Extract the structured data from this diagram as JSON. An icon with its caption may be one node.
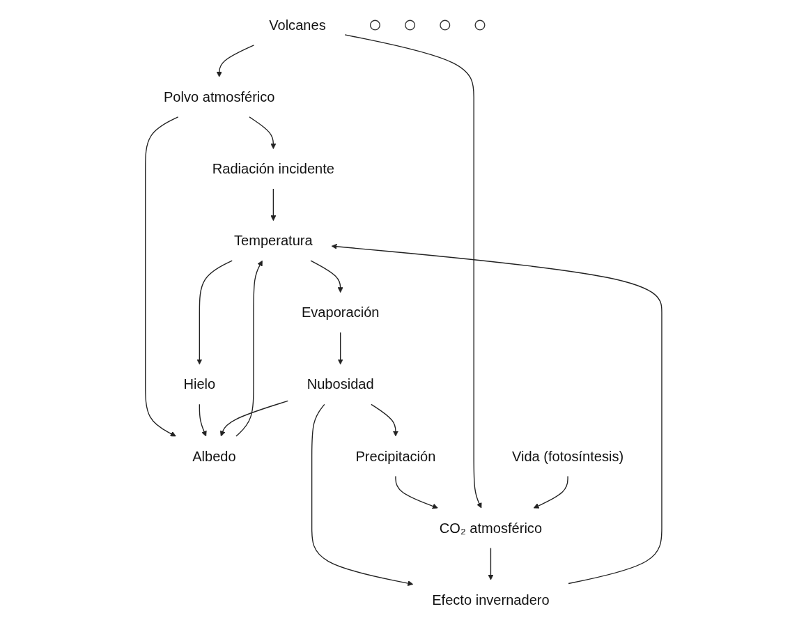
{
  "diagram": {
    "nodes": [
      {
        "text": [
          "Polvo atmosférico"
        ]
      },
      {
        "text": [
          "Radiación incidente"
        ]
      },
      {
        "text": [
          "Hielo"
        ]
      },
      {
        "text": [
          "Temperatura"
        ]
      },
      {
        "text": [
          "Evaporación"
        ]
      },
      {
        "text": [
          "Albedo"
        ]
      },
      {
        "text": [
          "Nubosidad"
        ]
      },
      {
        "text": [
          "Efecto invernadero"
        ]
      },
      {
        "text": [
          "Precipitación"
        ]
      },
      {
        "text": [
          "Volcanes"
        ]
      },
      {
        "text": [
          "CO₂ atmosférico"
        ]
      },
      {
        "text": [
          "Vida (fotosíntesis)"
        ]
      },
      {
        "text": [],
        "shape": "circle"
      },
      {
        "text": [],
        "shape": "circle"
      },
      {
        "text": [],
        "shape": "circle"
      },
      {
        "text": [],
        "shape": "circle"
      }
    ],
    "edges": [
      {
        "from": 0,
        "to": 1,
        "arrow": "to"
      },
      {
        "from": 1,
        "to": 3,
        "arrow": "to"
      },
      {
        "from": 0,
        "to": 5,
        "arrow": "to"
      },
      {
        "from": 9,
        "to": 0,
        "arrow": "to"
      },
      {
        "from": 3,
        "to": 2,
        "arrow": "to"
      },
      {
        "from": 2,
        "to": 5,
        "arrow": "to"
      },
      {
        "from": 5,
        "to": 3,
        "arrow": "to"
      },
      {
        "from": 3,
        "to": 4,
        "arrow": "to"
      },
      {
        "from": 4,
        "to": 6,
        "arrow": "to"
      },
      {
        "from": 6,
        "to": 5,
        "arrow": "to"
      },
      {
        "from": 6,
        "to": 7,
        "arrow": "to"
      },
      {
        "from": 7,
        "to": 3,
        "arrow": "to"
      },
      {
        "from": 6,
        "to": 8,
        "arrow": "to"
      },
      {
        "from": 8,
        "to": 10,
        "arrow": "to"
      },
      {
        "from": 10,
        "to": 7,
        "arrow": "to"
      },
      {
        "from": 9,
        "to": 10,
        "arrow": "to"
      },
      {
        "from": 11,
        "to": 10,
        "arrow": "to"
      }
    ]
  }
}
